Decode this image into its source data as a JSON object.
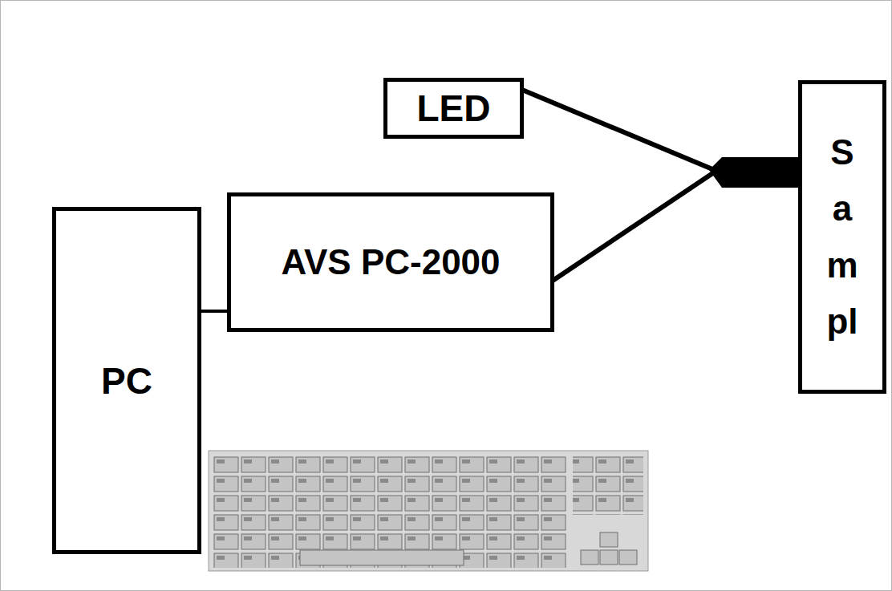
{
  "diagram": {
    "nodes": [
      {
        "text": [
          "LED"
        ]
      },
      {
        "text": [
          "AVS PC-2000"
        ]
      },
      {
        "text": [
          "PC"
        ]
      },
      {
        "text": [
          "Sampl"
        ]
      }
    ],
    "edges": [
      {
        "from": 0,
        "to": 3,
        "arrow": "none"
      },
      {
        "from": 1,
        "to": 3,
        "arrow": "none"
      },
      {
        "from": 2,
        "to": 1,
        "arrow": "none"
      }
    ]
  }
}
